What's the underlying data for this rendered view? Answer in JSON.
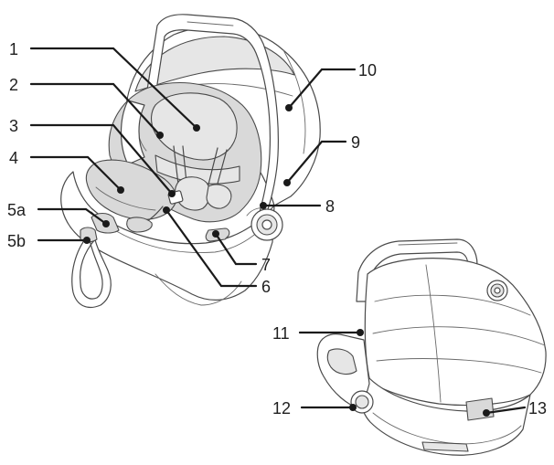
{
  "callouts": [
    {
      "id": "1",
      "text": "1"
    },
    {
      "id": "2",
      "text": "2"
    },
    {
      "id": "3",
      "text": "3"
    },
    {
      "id": "4",
      "text": "4"
    },
    {
      "id": "5a",
      "text": "5a"
    },
    {
      "id": "5b",
      "text": "5b"
    },
    {
      "id": "6",
      "text": "6"
    },
    {
      "id": "7",
      "text": "7"
    },
    {
      "id": "8",
      "text": "8"
    },
    {
      "id": "9",
      "text": "9"
    },
    {
      "id": "10",
      "text": "10"
    },
    {
      "id": "11",
      "text": "11"
    },
    {
      "id": "12",
      "text": "12"
    },
    {
      "id": "13",
      "text": "13"
    }
  ],
  "colors": {
    "line": "#4a4a4a",
    "shade": "#d9d9d9",
    "leader": "#1a1a1a",
    "background": "#ffffff"
  }
}
